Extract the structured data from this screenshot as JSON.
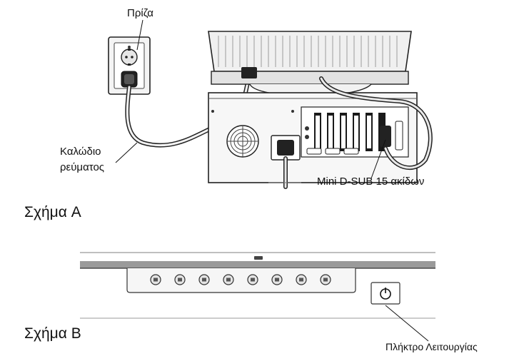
{
  "figure_a": {
    "caption": "Σχήμα A",
    "outlet_label": "Πρίζα",
    "power_cable_label_line1": "Καλώδιο",
    "power_cable_label_line2": "ρεύματος",
    "connector_label": "Mini D-SUB 15 ακίδων"
  },
  "figure_b": {
    "caption": "Σχήμα B",
    "power_button_label": "Πλήκτρο Λειτουργίας",
    "control_button_count": 8
  }
}
